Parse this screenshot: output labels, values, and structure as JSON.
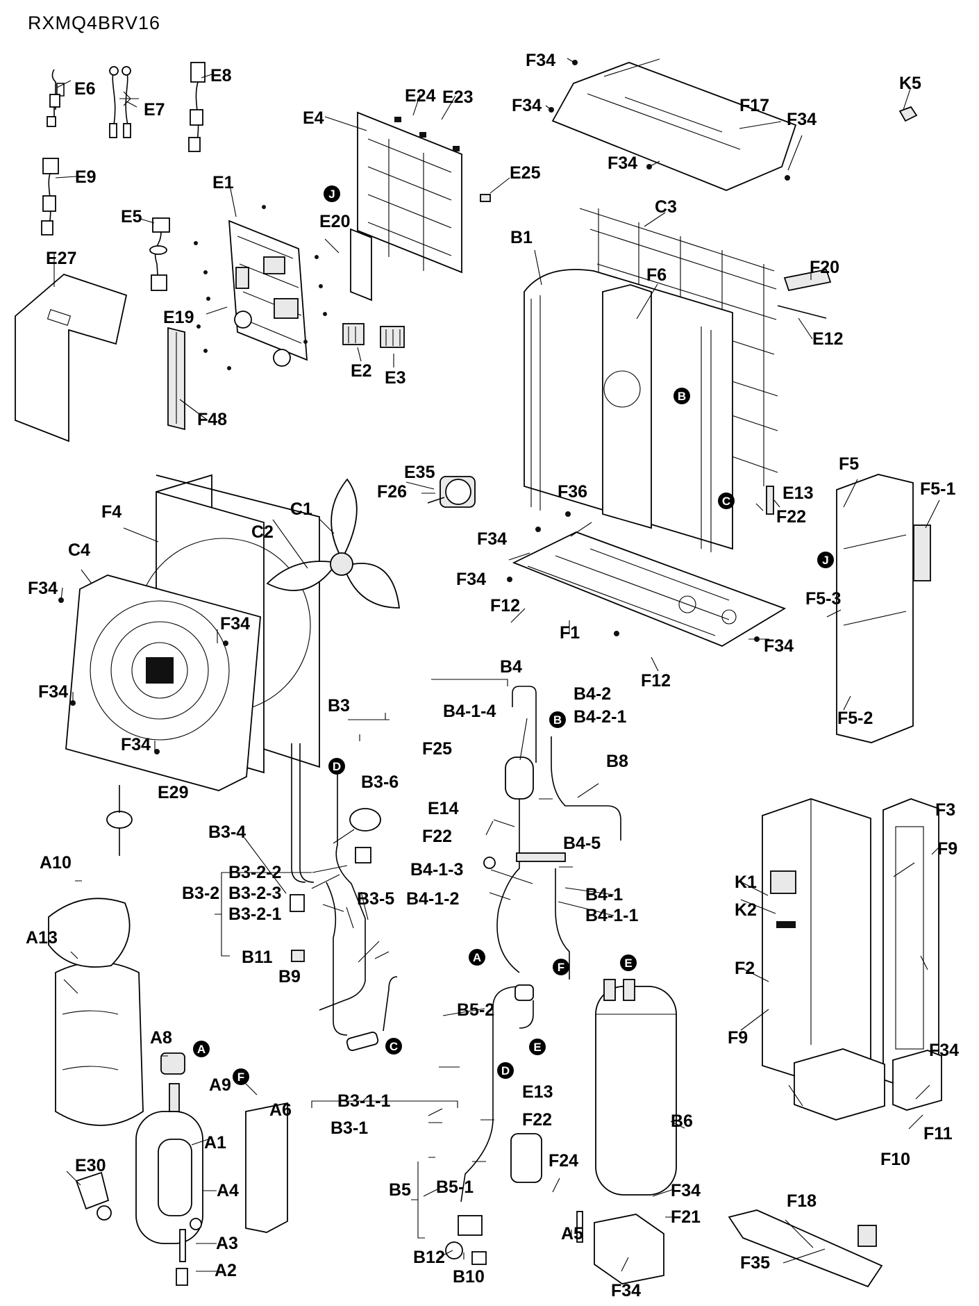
{
  "title": "RXMQ4BRV16",
  "labels": {
    "E6": "E6",
    "E7": "E7",
    "E8": "E8",
    "E9": "E9",
    "E5": "E5",
    "E1": "E1",
    "E4": "E4",
    "E24": "E24",
    "E23": "E23",
    "E25": "E25",
    "E20": "E20",
    "E19": "E19",
    "E2": "E2",
    "E3": "E3",
    "E27": "E27",
    "F48": "F48",
    "F34": "F34",
    "F17": "F17",
    "K5": "K5",
    "C3": "C3",
    "B1": "B1",
    "F6": "F6",
    "F20": "F20",
    "E12": "E12",
    "F5": "F5",
    "F5_1": "F5-1",
    "F5_3": "F5-3",
    "F5_2": "F5-2",
    "E13": "E13",
    "F22": "F22",
    "F36": "F36",
    "E35": "E35",
    "F26": "F26",
    "C1": "C1",
    "C2": "C2",
    "F4": "F4",
    "C4": "C4",
    "F12": "F12",
    "F1": "F1",
    "B4": "B4",
    "B3": "B3",
    "B4_1_4": "B4-1-4",
    "B4_2": "B4-2",
    "B4_2_1": "B4-2-1",
    "F25": "F25",
    "B8": "B8",
    "E14": "E14",
    "B4_5": "B4-5",
    "B4_1_3": "B4-1-3",
    "B4_1_2": "B4-1-2",
    "B4_1": "B4-1",
    "B4_1_1": "B4-1-1",
    "B3_6": "B3-6",
    "B3_4": "B3-4",
    "B3_2_2": "B3-2-2",
    "B3_2": "B3-2",
    "B3_2_3": "B3-2-3",
    "B3_2_1": "B3-2-1",
    "B3_5": "B3-5",
    "B11": "B11",
    "B9": "B9",
    "B3_1_1": "B3-1-1",
    "B3_1": "B3-1",
    "E29": "E29",
    "A10": "A10",
    "A13": "A13",
    "A8": "A8",
    "A9": "A9",
    "A1": "A1",
    "A6": "A6",
    "A4": "A4",
    "A3": "A3",
    "A2": "A2",
    "E30": "E30",
    "B5_2": "B5-2",
    "F24": "F24",
    "B5": "B5",
    "B5_1": "B5-1",
    "B12": "B12",
    "B10": "B10",
    "A5": "A5",
    "B6": "B6",
    "F21": "F21",
    "F3": "F3",
    "F9": "F9",
    "K1": "K1",
    "K2": "K2",
    "F2": "F2",
    "F10": "F10",
    "F11": "F11",
    "F18": "F18",
    "F35": "F35"
  },
  "markers": {
    "A": "A",
    "B": "B",
    "C": "C",
    "D": "D",
    "E": "E",
    "F": "F",
    "J": "J"
  }
}
